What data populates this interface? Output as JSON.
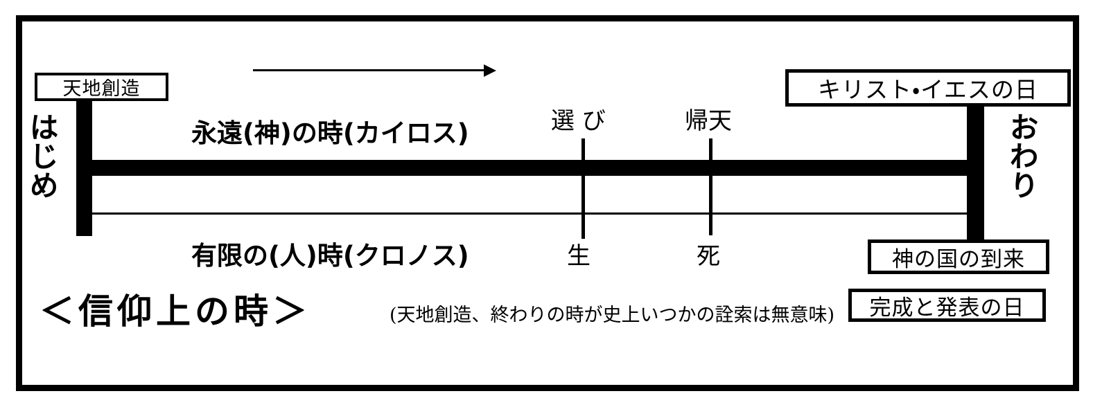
{
  "diagram": {
    "title_main": "＜信仰上の時＞",
    "title_note": "(天地創造、終わりの時が史上いつかの詮索は無意味)",
    "start_label": "はじめ",
    "end_label": "おわり",
    "creation_box": "天地創造",
    "christ_day_box": "キリスト・イエスの日",
    "kingdom_box": "神の国の到来",
    "completion_box": "完成と発表の日",
    "kairos_label": "永遠(神)の時(カイロス)",
    "chronos_label": "有限の(人)時(クロノス)",
    "ticks": [
      {
        "above": "選 び",
        "below": "生"
      },
      {
        "above": "帰天",
        "below": "死"
      }
    ],
    "arrow_name": "time-direction-arrow",
    "colors": {
      "ink": "#000000",
      "paper": "#ffffff"
    }
  }
}
